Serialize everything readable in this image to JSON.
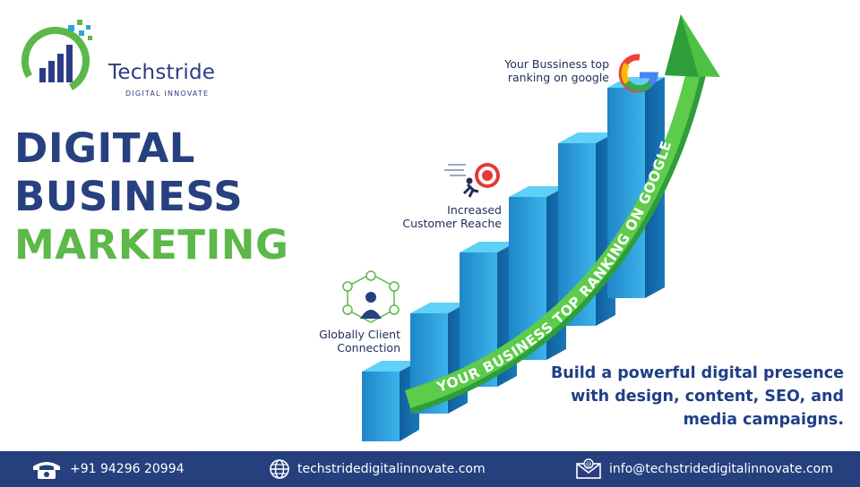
{
  "brand": {
    "name": "Techstride",
    "tagline": "DIGITAL INNOVATE"
  },
  "headline": {
    "line1": "DIGITAL",
    "line2": "BUSINESS",
    "line3": "MARKETING"
  },
  "callouts": {
    "google_line1": "Your Bussiness top",
    "google_line2": "ranking on google",
    "reach_line1": "Increased",
    "reach_line2": "Customer Reache",
    "global_line1": "Globally Client",
    "global_line2": "Connection"
  },
  "arrow_text": "YOUR BUSINESS TOP RANKING ON GOOGLE",
  "description": {
    "line1": "Build a powerful digital presence",
    "line2": "with design, content, SEO, and",
    "line3": "media campaigns."
  },
  "footer": {
    "phone": "+91 94296 20994",
    "website": "techstridedigitalinnovate.com",
    "email": "info@techstridedigitalinnovate.com"
  },
  "colors": {
    "navy": "#27407f",
    "green": "#5cb848",
    "bar_blue": "#2a9ad6",
    "footer": "#26407e"
  },
  "icons": [
    "logo-bar-chart-icon",
    "google-g-icon",
    "target-runner-icon",
    "client-network-icon",
    "phone-icon",
    "globe-icon",
    "email-icon"
  ]
}
